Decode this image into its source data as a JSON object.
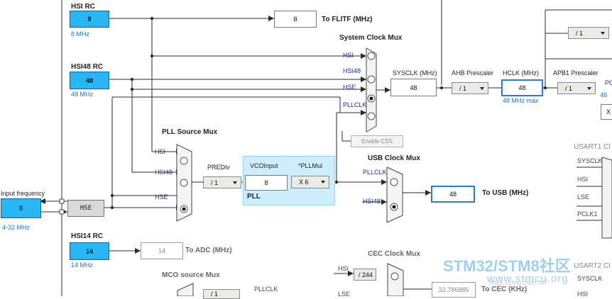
{
  "hsi": {
    "title": "HSI RC",
    "value": "8",
    "freq": "8 MHz"
  },
  "flitf": {
    "value": "8",
    "label": "To FLITF (MHz)"
  },
  "sysmux": {
    "title": "System Clock Mux",
    "inputs": [
      "HSI",
      "HSI48",
      "HSE",
      "PLLCLK"
    ],
    "enable_css": "Enable CSS"
  },
  "sysclk": {
    "label": "SYSCLK (MHz)",
    "value": "48"
  },
  "ahb": {
    "label": "AHB Prescaler",
    "value": "/ 1"
  },
  "hclk": {
    "label": "HCLK (MHz)",
    "value": "48",
    "max": "48 MHz max"
  },
  "apb1": {
    "label": "APB1 Prescaler",
    "value": "/ 1",
    "top_value": "/ 1",
    "cut_pc": "PC",
    "cut_48": "48",
    "cut_x": "X"
  },
  "hsi48": {
    "title": "HSI48 RC",
    "value": "48",
    "freq": "48 MHz"
  },
  "pllsrc": {
    "title": "PLL Source Mux",
    "inputs": [
      "HSI",
      "HSI48",
      "HSE"
    ]
  },
  "prediv": {
    "label": "PREDiv",
    "value": "/ 1"
  },
  "pll": {
    "title": "PLL",
    "vco_label": "VCOInput",
    "vco_value": "8",
    "mul_label": "*PLLMul",
    "mul_value": "X 6"
  },
  "usbmux": {
    "title": "USB Clock Mux",
    "inputs": [
      "PLLCLK",
      "HSI48"
    ]
  },
  "usb": {
    "value": "48",
    "label": "To USB (MHz)"
  },
  "usart1": {
    "title": "USART1 Cl",
    "inputs": [
      "SYSCLK",
      "HSI",
      "LSE",
      "PCLK1"
    ]
  },
  "input": {
    "label": "Input frequency",
    "value": "8",
    "range": "4-32 MHz"
  },
  "hse": {
    "label": "HSE"
  },
  "hsi14": {
    "title": "HSI14 RC",
    "value": "14",
    "freq": "14 MHz"
  },
  "adc": {
    "value": "14",
    "label": "To ADC (MHz)"
  },
  "cec": {
    "title": "CEC Clock Mux",
    "hsi": "HSI",
    "div": "/ 244",
    "lse": "LSE",
    "value": "32.786885",
    "label": "To CEC (KHz)"
  },
  "mco": {
    "title": "MCO source Mux",
    "pllclk": "PLLCLK",
    "div": "/ 1"
  },
  "usart2": {
    "title": "USART2 Cl",
    "sysclk": "SYSCLK",
    "hsi": "HSI"
  },
  "watermark": {
    "line1": "STM32/STM8社区",
    "line2": "www.stmcu.org",
    "line3": "https://blog.csdn.net"
  },
  "colors": {
    "cyan": "#29b6f6",
    "blue_text": "#1a73c6",
    "navy_text": "#1b2f8e",
    "pll_panel": "#cdeefc"
  }
}
